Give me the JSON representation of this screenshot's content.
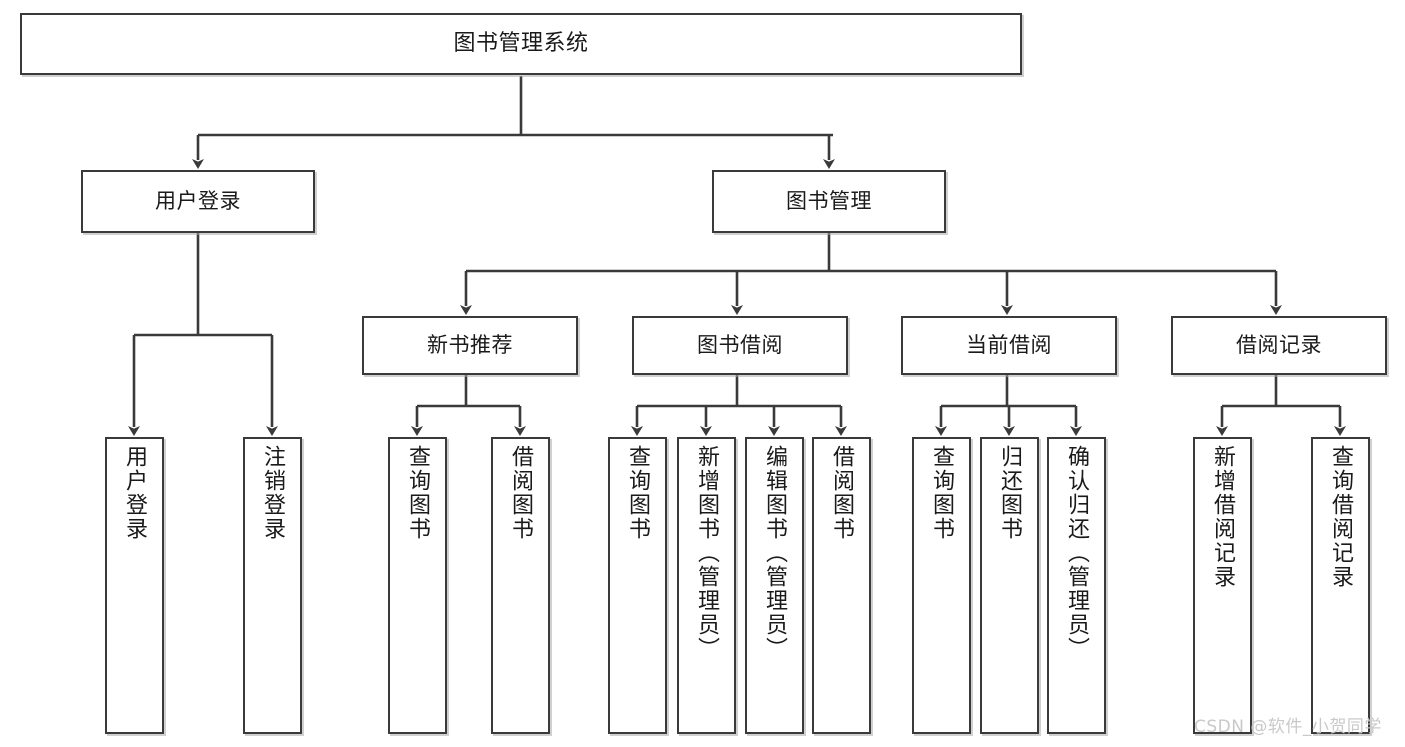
{
  "diagram": {
    "title": "图书管理系统",
    "watermark": "CSDN @软件_小贺同学",
    "stroke_color": "#3a3a3a",
    "text_color": "#1a1a1a",
    "background_color": "#ffffff",
    "watermark_color": "#c9c9c9",
    "type": "tree-hierarchy",
    "levels": 4
  },
  "nodes": {
    "root": {
      "label": "图书管理系统"
    },
    "level2": [
      {
        "id": "user-login",
        "label": "用户登录"
      },
      {
        "id": "book-management",
        "label": "图书管理"
      }
    ],
    "level3": [
      {
        "id": "new-book-recommend",
        "label": "新书推荐"
      },
      {
        "id": "book-borrow",
        "label": "图书借阅"
      },
      {
        "id": "current-borrow",
        "label": "当前借阅"
      },
      {
        "id": "borrow-record",
        "label": "借阅记录"
      }
    ],
    "leaves": {
      "user-login": [
        {
          "id": "leaf-user-login",
          "label": "用户登录"
        },
        {
          "id": "leaf-user-logout",
          "label": "注销登录"
        }
      ],
      "new-book-recommend": [
        {
          "id": "leaf-query-book-1",
          "label": "查询图书"
        },
        {
          "id": "leaf-borrow-book-1",
          "label": "借阅图书"
        }
      ],
      "book-borrow": [
        {
          "id": "leaf-query-book-2",
          "label": "查询图书"
        },
        {
          "id": "leaf-add-book",
          "label": "新增图书（管理员）"
        },
        {
          "id": "leaf-edit-book",
          "label": "编辑图书（管理员）"
        },
        {
          "id": "leaf-borrow-book-2",
          "label": "借阅图书"
        }
      ],
      "current-borrow": [
        {
          "id": "leaf-query-book-3",
          "label": "查询图书"
        },
        {
          "id": "leaf-return-book",
          "label": "归还图书"
        },
        {
          "id": "leaf-confirm-return",
          "label": "确认归还（管理员）"
        }
      ],
      "borrow-record": [
        {
          "id": "leaf-add-record",
          "label": "新增借阅记录"
        },
        {
          "id": "leaf-query-record",
          "label": "查询借阅记录"
        }
      ]
    }
  }
}
